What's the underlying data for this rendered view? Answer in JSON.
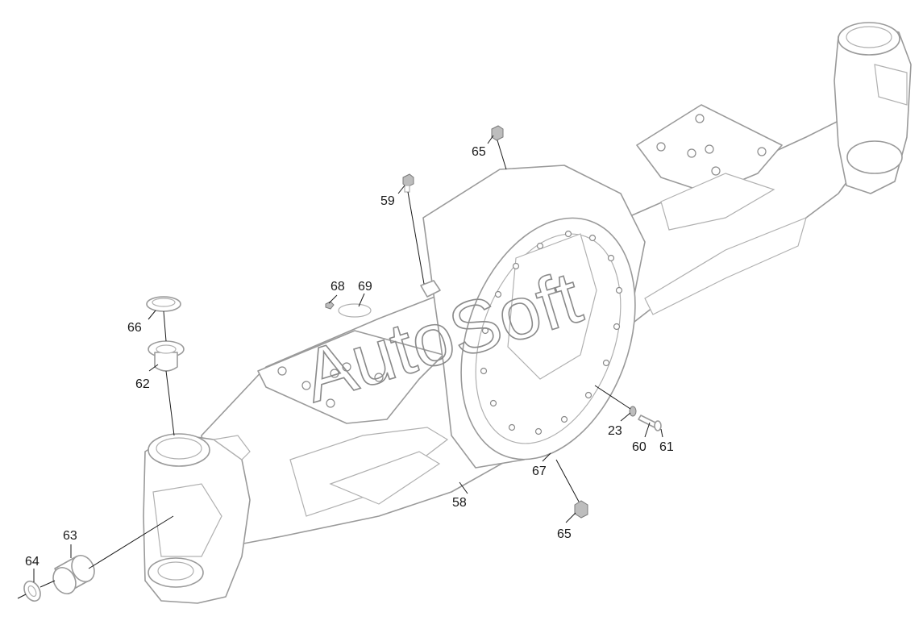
{
  "diagram": {
    "callouts": {
      "c23": "23",
      "c58": "58",
      "c59": "59",
      "c60": "60",
      "c61": "61",
      "c62": "62",
      "c63": "63",
      "c64": "64",
      "c65_top": "65",
      "c65_bottom": "65",
      "c66": "66",
      "c67": "67",
      "c68": "68",
      "c69": "69"
    },
    "watermark": "AutoSoft"
  }
}
